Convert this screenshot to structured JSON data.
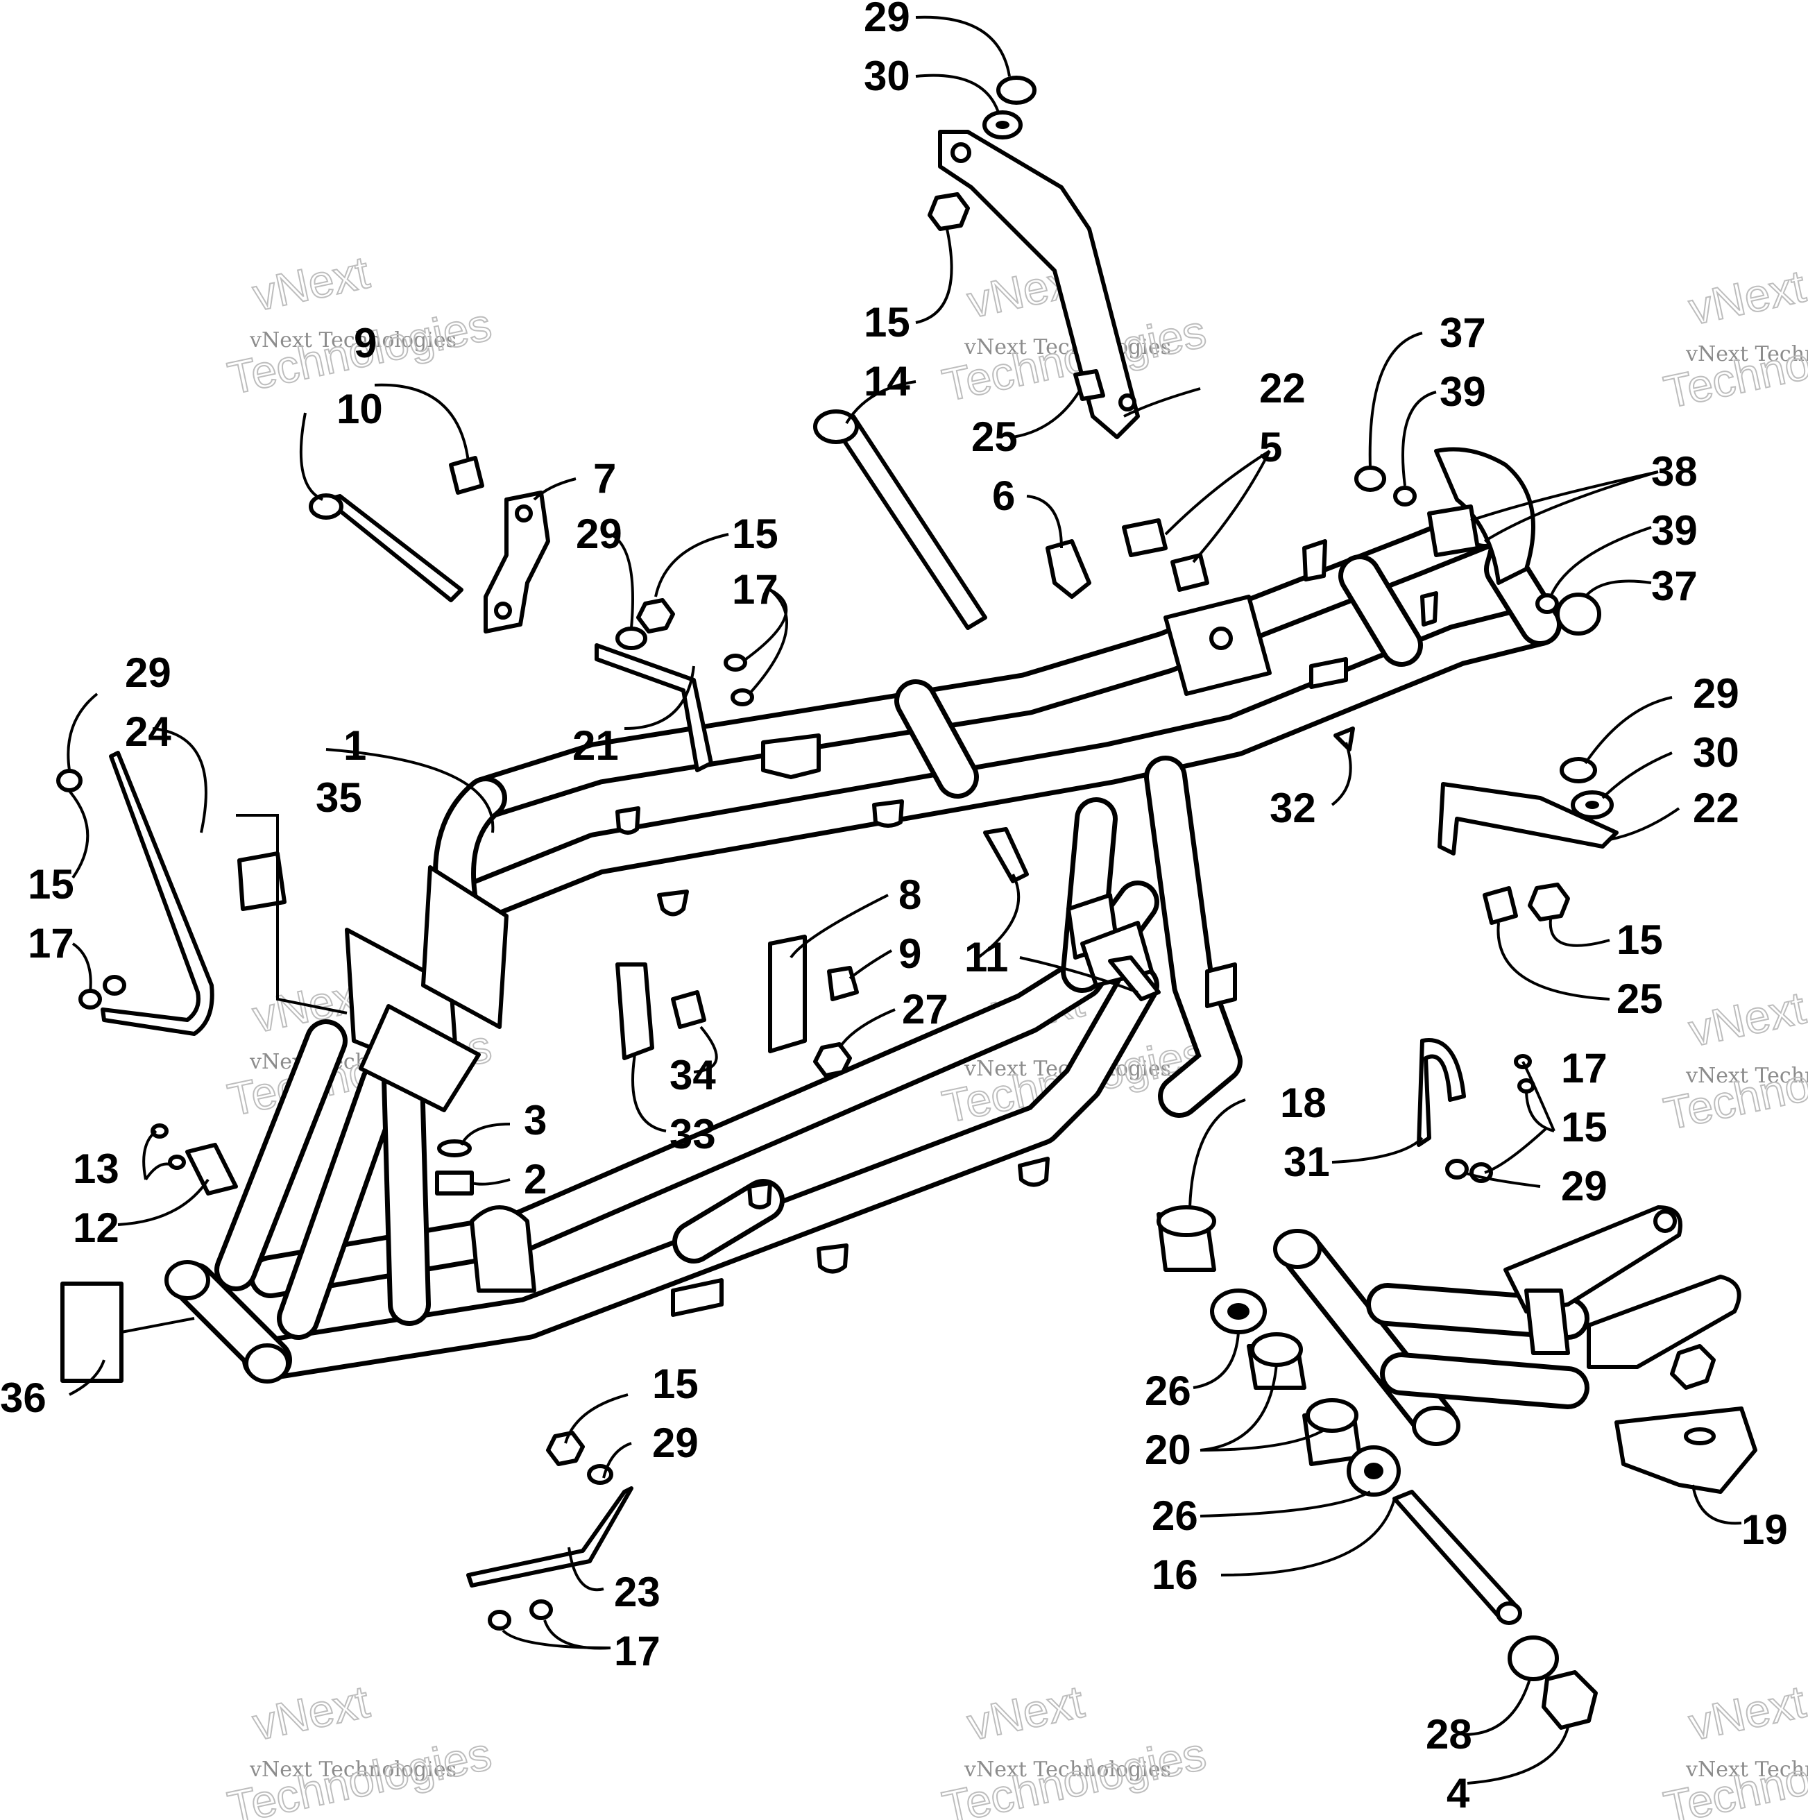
{
  "watermark": {
    "line1": "vNext",
    "line2": "vNext Technologies",
    "line3": "Technologies"
  },
  "callouts": {
    "c1": "1",
    "c2": "2",
    "c3": "3",
    "c4": "4",
    "c5": "5",
    "c6": "6",
    "c7": "7",
    "c8": "8",
    "c9a": "9",
    "c9b": "9",
    "c10": "10",
    "c11": "11",
    "c12": "12",
    "c13": "13",
    "c14": "14",
    "c15a": "15",
    "c15b": "15",
    "c15c": "15",
    "c15d": "15",
    "c15e": "15",
    "c15f": "15",
    "c16": "16",
    "c17a": "17",
    "c17b": "17",
    "c17c": "17",
    "c17d": "17",
    "c18": "18",
    "c19": "19",
    "c20": "20",
    "c21": "21",
    "c22a": "22",
    "c22b": "22",
    "c23": "23",
    "c24": "24",
    "c25a": "25",
    "c25b": "25",
    "c26a": "26",
    "c26b": "26",
    "c27": "27",
    "c28": "28",
    "c29a": "29",
    "c29b": "29",
    "c29c": "29",
    "c29d": "29",
    "c29e": "29",
    "c29f": "29",
    "c30a": "30",
    "c30b": "30",
    "c31": "31",
    "c32": "32",
    "c33": "33",
    "c34": "34",
    "c35": "35",
    "c36": "36",
    "c37a": "37",
    "c37b": "37",
    "c38": "38",
    "c39a": "39",
    "c39b": "39"
  }
}
